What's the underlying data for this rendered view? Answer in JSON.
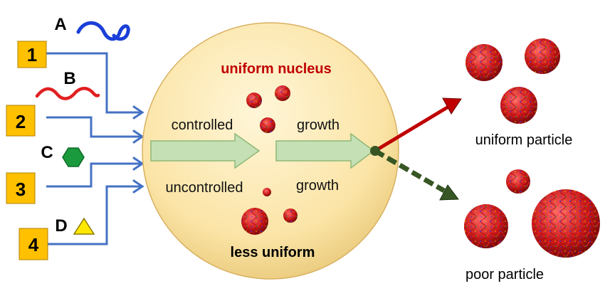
{
  "inputs": [
    {
      "number": "1",
      "letter": "A",
      "component": "blue-wavy-chain-icon"
    },
    {
      "number": "2",
      "letter": "B",
      "component": "red-wavy-chain-icon"
    },
    {
      "number": "3",
      "letter": "C",
      "component": "green-hexagon-icon"
    },
    {
      "number": "4",
      "letter": "D",
      "component": "yellow-triangle-icon"
    }
  ],
  "center": {
    "title": "uniform nucleus",
    "controlled": "controlled",
    "growth_top": "growth",
    "uncontrolled": "uncontrolled",
    "growth_bottom": "growth",
    "bottom_label": "less uniform"
  },
  "outputs": {
    "uniform_label": "uniform particle",
    "poor_label": "poor particle"
  },
  "colors": {
    "input_box": "#ffc000",
    "input_line": "#4472c4",
    "circle_fill": "#fbe4a6",
    "title_red": "#c00000",
    "good_arrow": "#c00000",
    "poor_arrow": "#375623",
    "process_arrow": "#c5e0b4"
  }
}
